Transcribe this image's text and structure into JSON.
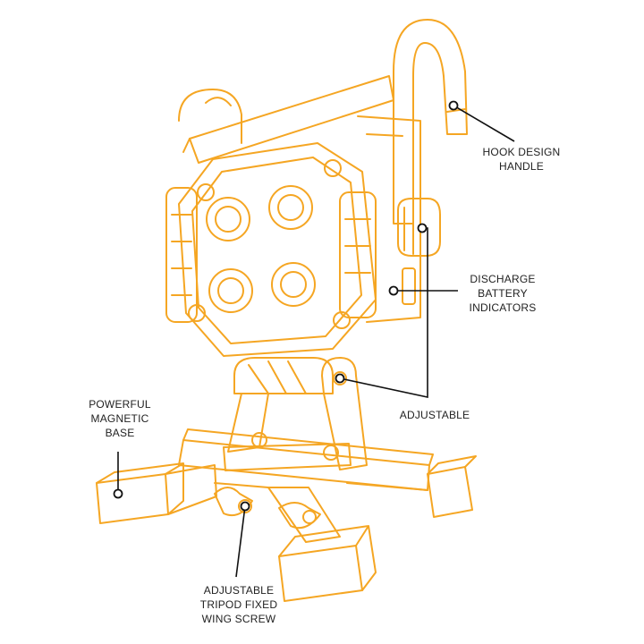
{
  "diagram": {
    "colors": {
      "outline": "#f5a623",
      "callout": "#111111",
      "text": "#222222",
      "background": "#ffffff"
    },
    "callouts": [
      {
        "id": "hook",
        "text": "HOOK DESIGN\nHANDLE"
      },
      {
        "id": "battery",
        "text": "DISCHARGE\nBATTERY\nINDICATORS"
      },
      {
        "id": "adjustable",
        "text": "ADJUSTABLE"
      },
      {
        "id": "magnetic",
        "text": "POWERFUL\nMAGNETIC\nBASE"
      },
      {
        "id": "wingscrew",
        "text": "ADJUSTABLE\nTRIPOD FIXED\nWING SCREW"
      }
    ]
  }
}
